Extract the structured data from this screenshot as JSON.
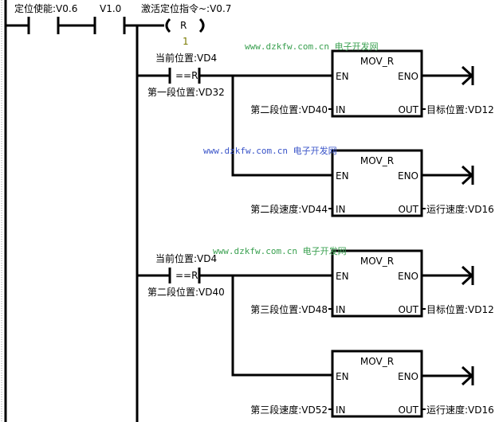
{
  "rung": {
    "contacts": [
      {
        "label": "定位使能:V0.6"
      },
      {
        "label": "V1.0"
      }
    ],
    "coil": {
      "label": "激活定位指令~:V0.7",
      "type": "R",
      "count": "1"
    },
    "compares": [
      {
        "top": "当前位置:VD4",
        "op": "==R",
        "bottom": "第一段位置:VD32"
      },
      {
        "top": "当前位置:VD4",
        "op": "==R",
        "bottom": "第二段位置:VD40"
      }
    ],
    "blocks": [
      {
        "title": "MOV_R",
        "en": "EN",
        "eno": "ENO",
        "in_pin": "IN",
        "out_pin": "OUT",
        "in_label": "第二段位置:VD40",
        "out_label": "目标位置:VD12"
      },
      {
        "title": "MOV_R",
        "en": "EN",
        "eno": "ENO",
        "in_pin": "IN",
        "out_pin": "OUT",
        "in_label": "第二段速度:VD44",
        "out_label": "运行速度:VD16"
      },
      {
        "title": "MOV_R",
        "en": "EN",
        "eno": "ENO",
        "in_pin": "IN",
        "out_pin": "OUT",
        "in_label": "第三段位置:VD48",
        "out_label": "目标位置:VD12"
      },
      {
        "title": "MOV_R",
        "en": "EN",
        "eno": "ENO",
        "in_pin": "IN",
        "out_pin": "OUT",
        "in_label": "第三段速度:VD52",
        "out_label": "运行速度:VD16"
      }
    ]
  },
  "watermarks": [
    {
      "url": "www.dzkfw.com.cn",
      "text": "电子开发网",
      "color": "#3aa050"
    },
    {
      "url": "www.dzkfw.com.cn",
      "text": "电子开发网",
      "color": "#3a54c8"
    },
    {
      "url": "www.dzkfw.com.cn",
      "text": "电子开发网",
      "color": "#3aa050"
    }
  ]
}
